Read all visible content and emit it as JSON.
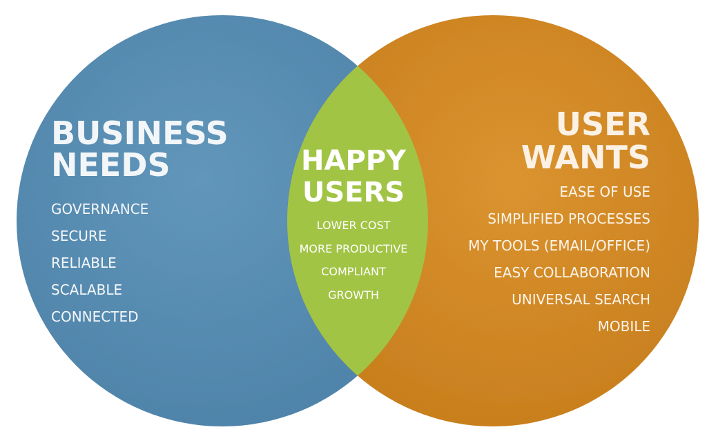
{
  "colors": {
    "left_circle": "#5a8fb4",
    "right_circle": "#d68d25",
    "overlap": "#a3c646",
    "text": "#ffffff"
  },
  "left": {
    "title_lines": [
      "BUSINESS",
      "NEEDS"
    ],
    "items": [
      "GOVERNANCE",
      "SECURE",
      "RELIABLE",
      "SCALABLE",
      "CONNECTED"
    ]
  },
  "center": {
    "title_lines": [
      "HAPPY",
      "USERS"
    ],
    "items": [
      "LOWER COST",
      "MORE PRODUCTIVE",
      "COMPLIANT",
      "GROWTH"
    ]
  },
  "right": {
    "title_lines": [
      "USER",
      "WANTS"
    ],
    "items": [
      "EASE OF USE",
      "SIMPLIFIED PROCESSES",
      "MY TOOLS (EMAIL/OFFICE)",
      "EASY COLLABORATION",
      "UNIVERSAL SEARCH",
      "MOBILE"
    ]
  }
}
